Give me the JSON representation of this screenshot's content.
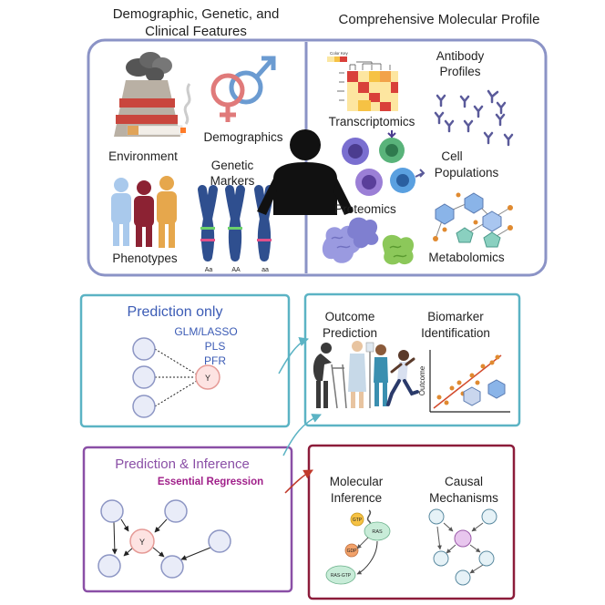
{
  "top": {
    "left_title_line1": "Demographic, Genetic, and",
    "left_title_line2": "Clinical Features",
    "right_title": "Comprehensive Molecular Profile",
    "labels": {
      "environment": "Environment",
      "demographics": "Demographics",
      "genetic_markers_1": "Genetic",
      "genetic_markers_2": "Markers",
      "phenotypes": "Phenotypes",
      "genotype_aa_het": "Aa",
      "genotype_aa_dom": "AA",
      "genotype_aa_rec": "aa",
      "heatmap_key": "Color Key",
      "transcriptomics": "Transcriptomics",
      "antibody_1": "Antibody",
      "antibody_2": "Profiles",
      "cell_1": "Cell",
      "cell_2": "Populations",
      "proteomics": "Proteomics",
      "metabolomics": "Metabolomics"
    }
  },
  "prediction_only": {
    "title": "Prediction only",
    "methods": [
      "GLM/LASSO",
      "PLS",
      "PFR"
    ],
    "y_label": "Y"
  },
  "outcomes": {
    "outcome_1": "Outcome",
    "outcome_2": "Prediction",
    "biomarker_1": "Biomarker",
    "biomarker_2": "Identification",
    "axis_label": "Outcome"
  },
  "inference": {
    "title": "Prediction & Inference",
    "subtitle": "Essential Regression",
    "y_label": "Y"
  },
  "mechanisms": {
    "molecular_1": "Molecular",
    "molecular_2": "Inference",
    "causal_1": "Causal",
    "causal_2": "Mechanisms",
    "gtp": "GTP",
    "ras": "RAS",
    "gdp": "GDP",
    "ras_gtp": "RAS-GTP"
  },
  "colors": {
    "top_border": "#8b93c6",
    "pred_border": "#5bb3c4",
    "infer_border": "#8a4fa6",
    "mech_border": "#8c1c3a",
    "blue_text": "#3b5bb5",
    "magenta_text": "#a0208a",
    "node_fill": "#e9ecf8",
    "node_stroke": "#8d96c4",
    "y_fill": "#fde3e2",
    "y_stroke": "#e59a96"
  }
}
